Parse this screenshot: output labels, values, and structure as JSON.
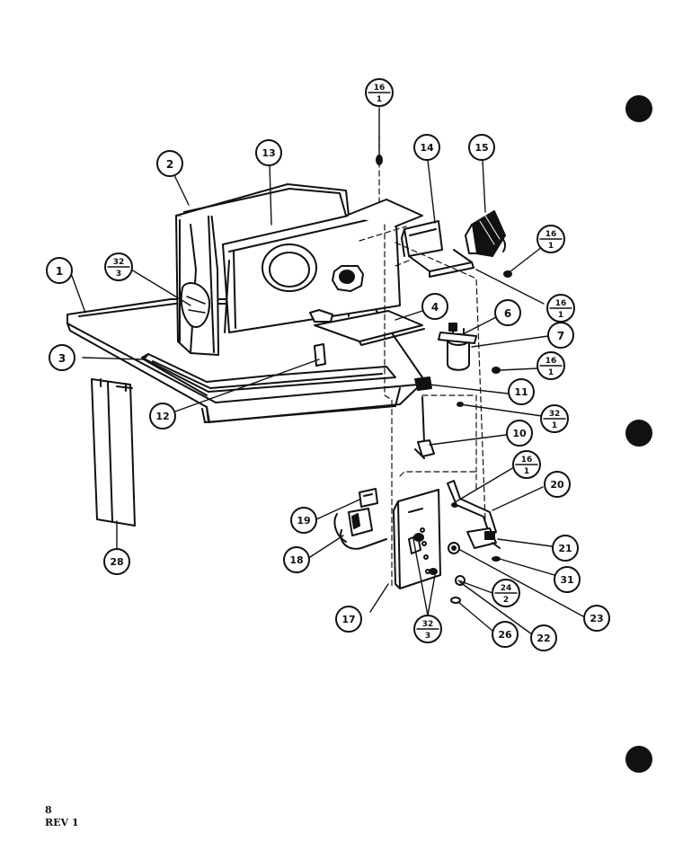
{
  "sheet": {
    "page_number": "8",
    "revision": "REV 1"
  },
  "callouts": [
    {
      "id": "c1",
      "label": "1"
    },
    {
      "id": "c2",
      "label": "2"
    },
    {
      "id": "c3",
      "label": "3"
    },
    {
      "id": "c4",
      "label": "4"
    },
    {
      "id": "c6",
      "label": "6"
    },
    {
      "id": "c7",
      "label": "7"
    },
    {
      "id": "c10",
      "label": "10"
    },
    {
      "id": "c11",
      "label": "11"
    },
    {
      "id": "c12",
      "label": "12"
    },
    {
      "id": "c13",
      "label": "13"
    },
    {
      "id": "c14",
      "label": "14"
    },
    {
      "id": "c15",
      "label": "15"
    },
    {
      "id": "c17",
      "label": "17"
    },
    {
      "id": "c18",
      "label": "18"
    },
    {
      "id": "c19",
      "label": "19"
    },
    {
      "id": "c20",
      "label": "20"
    },
    {
      "id": "c21",
      "label": "21"
    },
    {
      "id": "c22",
      "label": "22"
    },
    {
      "id": "c23",
      "label": "23"
    },
    {
      "id": "c26",
      "label": "26"
    },
    {
      "id": "c28",
      "label": "28"
    },
    {
      "id": "c31",
      "label": "31"
    }
  ],
  "fraction_callouts": [
    {
      "id": "f16a",
      "top": "16",
      "bottom": "1"
    },
    {
      "id": "f32a",
      "top": "32",
      "bottom": "3"
    },
    {
      "id": "f16b",
      "top": "16",
      "bottom": "1"
    },
    {
      "id": "f16c",
      "top": "16",
      "bottom": "1"
    },
    {
      "id": "f16d",
      "top": "16",
      "bottom": "1"
    },
    {
      "id": "f32b",
      "top": "32",
      "bottom": "1"
    },
    {
      "id": "f16e",
      "top": "16",
      "bottom": "1"
    },
    {
      "id": "f24",
      "top": "24",
      "bottom": "2"
    },
    {
      "id": "f32c",
      "top": "32",
      "bottom": "3"
    }
  ]
}
